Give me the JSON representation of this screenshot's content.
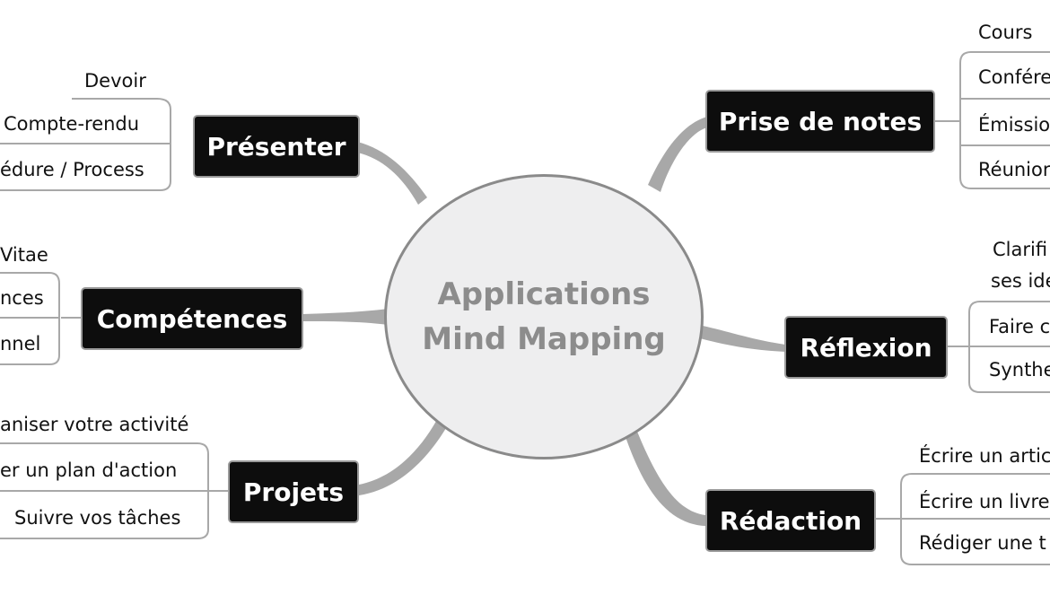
{
  "center": {
    "line1": "Applications",
    "line2": "Mind Mapping"
  },
  "branches": {
    "presenter": {
      "label": "Présenter",
      "leaves": [
        "Devoir",
        "Compte-rendu",
        "édure / Process"
      ]
    },
    "competences": {
      "label": "Compétences",
      "leaves": [
        "Vitae",
        "nces",
        "nnel"
      ]
    },
    "projets": {
      "label": "Projets",
      "leaves": [
        "aniser votre activité",
        "er un plan d'action",
        "Suivre vos tâches"
      ]
    },
    "prise_de_notes": {
      "label": "Prise de notes",
      "leaves": [
        "Cours",
        "Confére",
        "Émissio",
        "Réunior"
      ]
    },
    "reflexion": {
      "label": "Réflexion",
      "leaves": [
        "Clarifi",
        "ses ide",
        "Faire c",
        "Synthe"
      ]
    },
    "redaction": {
      "label": "Rédaction",
      "leaves": [
        "Écrire un artic",
        "Écrire un livre",
        "Rédiger une t"
      ]
    }
  },
  "colors": {
    "branch_fill": "#0d0d0d",
    "branch_text": "#ffffff",
    "connector": "#a8a8a8",
    "center_fill": "#eeeeef",
    "center_text": "#8c8c8c"
  }
}
